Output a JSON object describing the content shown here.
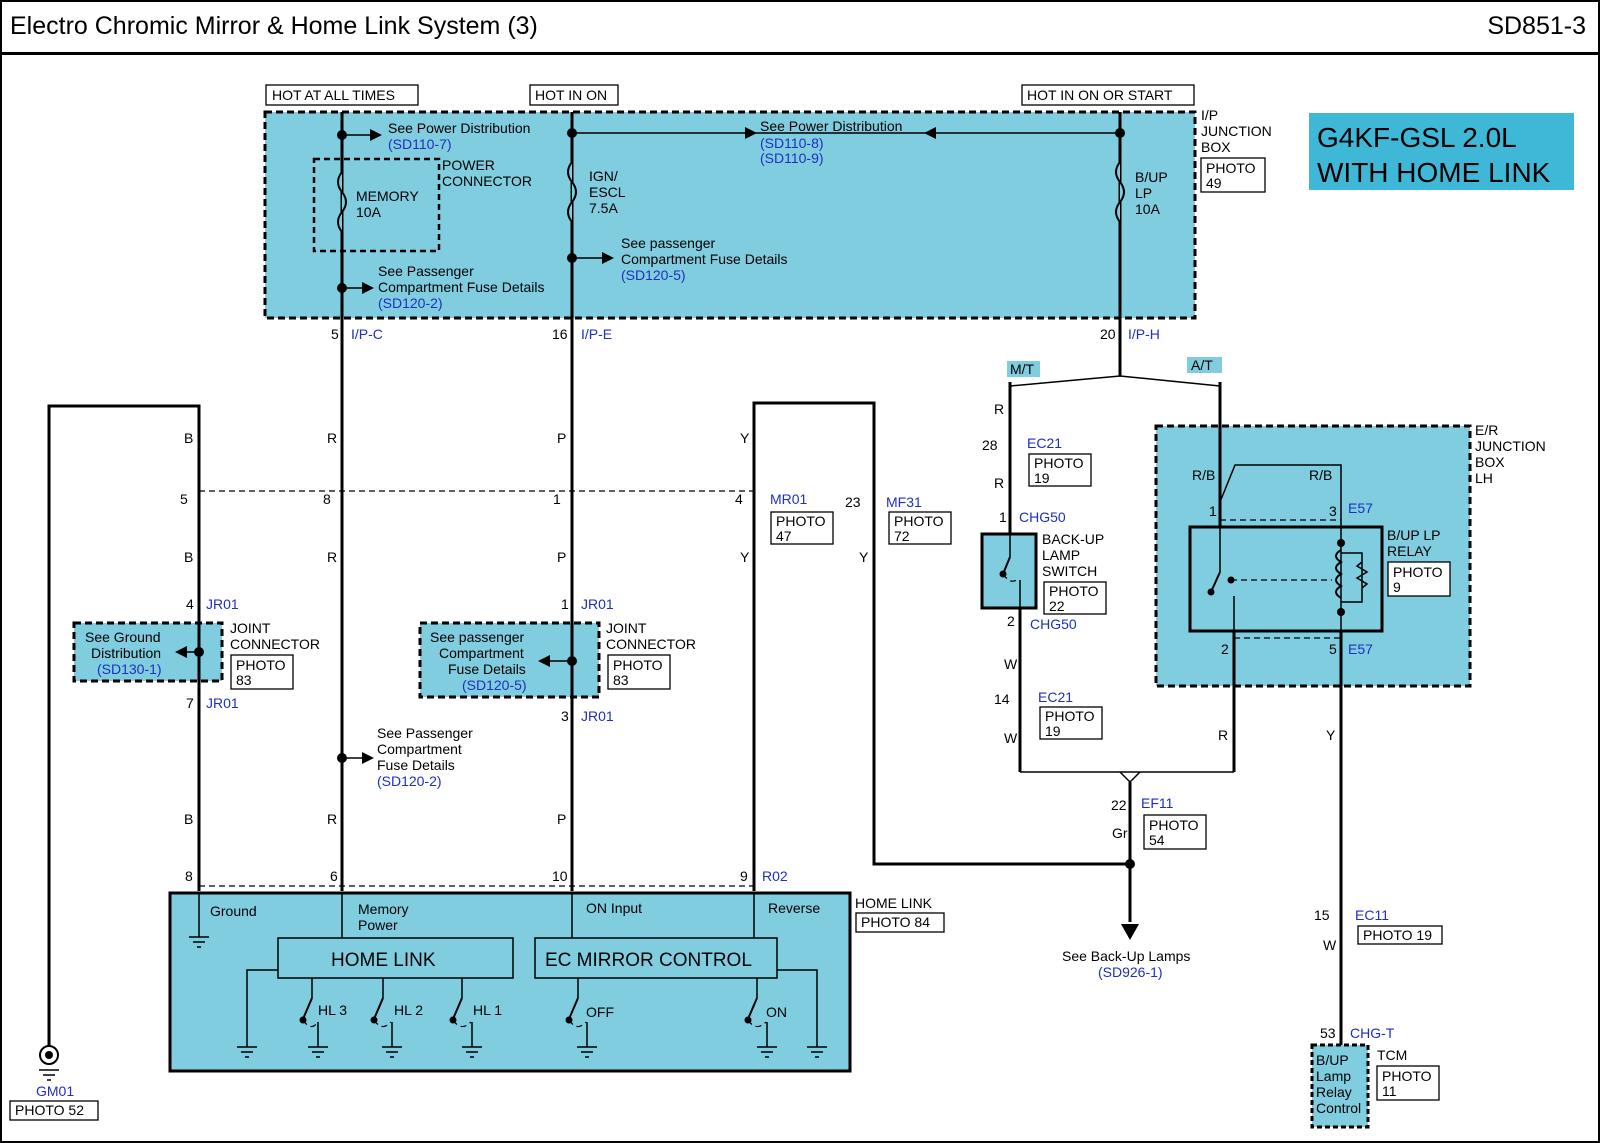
{
  "header": {
    "title": "Electro Chromic Mirror & Home Link System (3)",
    "doc_number": "SD851-3"
  },
  "engine_label": [
    "G4KF-GSL 2.0L",
    "WITH HOME LINK"
  ],
  "power_labels": {
    "always": "HOT AT ALL TIMES",
    "on": "HOT IN ON",
    "on_start": "HOT IN ON OR START"
  },
  "ip_junction_box": {
    "name": [
      "I/P",
      "JUNCTION",
      "BOX"
    ],
    "photo": [
      "PHOTO",
      "49"
    ]
  },
  "see_power_dist_1": {
    "text": "See Power Distribution",
    "ref": "(SD110-7)"
  },
  "see_power_dist_2": {
    "text": "See Power Distribution",
    "ref1": "(SD110-8)",
    "ref2": "(SD110-9)"
  },
  "power_connector": [
    "POWER",
    "CONNECTOR"
  ],
  "fuse_memory": [
    "MEMORY",
    "10A"
  ],
  "fuse_ign": [
    "IGN/",
    "ESCL",
    "7.5A"
  ],
  "fuse_bup": [
    "B/UP",
    "LP",
    "10A"
  ],
  "see_pass_fuse_1": {
    "line1": "See Passenger",
    "line2": "Compartment Fuse Details",
    "ref": "(SD120-2)"
  },
  "see_pass_fuse_2": {
    "line1": "See passenger",
    "line2": "Compartment Fuse Details",
    "ref": "(SD120-5)"
  },
  "ip_pins": [
    {
      "num": "5",
      "conn": "I/P-C"
    },
    {
      "num": "16",
      "conn": "I/P-E"
    },
    {
      "num": "20",
      "conn": "I/P-H"
    }
  ],
  "trans_labels": {
    "mt": "M/T",
    "at": "A/T"
  },
  "wire_colors": {
    "b": "B",
    "r": "R",
    "p": "P",
    "y": "Y",
    "w": "W",
    "rb": "R/B",
    "gr": "Gr"
  },
  "row_pins": {
    "b": "5",
    "r": "8",
    "p": "1",
    "y": "4"
  },
  "mr01": {
    "conn": "MR01",
    "photo": [
      "PHOTO",
      "47"
    ]
  },
  "mf31": {
    "num": "23",
    "conn": "MF31",
    "photo": [
      "PHOTO",
      "72"
    ]
  },
  "ec21_top": {
    "num": "28",
    "conn": "EC21",
    "photo": [
      "PHOTO",
      "19"
    ]
  },
  "chg50_top": {
    "num": "1",
    "conn": "CHG50"
  },
  "backup_switch": {
    "name": [
      "BACK-UP",
      "LAMP",
      "SWITCH"
    ],
    "photo": [
      "PHOTO",
      "22"
    ]
  },
  "chg50_bot": {
    "num": "2",
    "conn": "CHG50"
  },
  "ec21_bot": {
    "num": "14",
    "conn": "EC21",
    "photo": [
      "PHOTO",
      "19"
    ]
  },
  "er_junction_box": [
    "E/R",
    "JUNCTION",
    "BOX",
    "LH"
  ],
  "e57_top": {
    "num1": "1",
    "num3": "3",
    "conn": "E57"
  },
  "bup_relay": {
    "name": [
      "B/UP LP",
      "RELAY"
    ],
    "photo": [
      "PHOTO",
      "9"
    ]
  },
  "e57_bot": {
    "num2": "2",
    "num5": "5",
    "conn": "E57"
  },
  "jr01_left": {
    "top_num": "4",
    "bot_num": "7",
    "conn": "JR01",
    "photo": [
      "PHOTO",
      "83"
    ],
    "label": [
      "JOINT",
      "CONNECTOR"
    ]
  },
  "see_ground": {
    "line1": "See Ground",
    "line2": "Distribution",
    "ref": "(SD130-1)"
  },
  "jr01_mid": {
    "top_num": "1",
    "bot_num": "3",
    "conn": "JR01",
    "photo": [
      "PHOTO",
      "83"
    ],
    "label": [
      "JOINT",
      "CONNECTOR"
    ]
  },
  "see_pass_fuse_3": {
    "line1": "See passenger",
    "line2": "Compartment",
    "line3": "Fuse Details",
    "ref": "(SD120-5)"
  },
  "see_pass_fuse_4": {
    "line1": "See Passenger",
    "line2": "Compartment",
    "line3": "Fuse Details",
    "ref": "(SD120-2)"
  },
  "ef11": {
    "num": "22",
    "conn": "EF11",
    "photo": [
      "PHOTO",
      "54"
    ]
  },
  "see_backup_lamps": {
    "text": "See Back-Up Lamps",
    "ref": "(SD926-1)"
  },
  "ec11": {
    "num": "15",
    "conn": "EC11",
    "photo": "PHOTO 19"
  },
  "tcm": {
    "num": "53",
    "conn": "CHG-T",
    "name": "TCM",
    "inner": [
      "B/UP",
      "Lamp",
      "Relay",
      "Control"
    ],
    "photo": [
      "PHOTO",
      "11"
    ]
  },
  "home_link_module": {
    "name": "HOME LINK",
    "photo": "PHOTO 84",
    "pins": [
      "8",
      "6",
      "10",
      "9"
    ],
    "conn": "R02",
    "ground": "Ground",
    "memory_power": [
      "Memory",
      "Power"
    ],
    "on_input": "ON Input",
    "reverse": "Reverse",
    "home_link_label": "HOME  LINK",
    "ec_mirror_label": "EC  MIRROR CONTROL",
    "switches": [
      "HL 3",
      "HL 2",
      "HL 1",
      "OFF",
      "ON"
    ]
  },
  "gm01": {
    "conn": "GM01",
    "photo": "PHOTO 52"
  }
}
